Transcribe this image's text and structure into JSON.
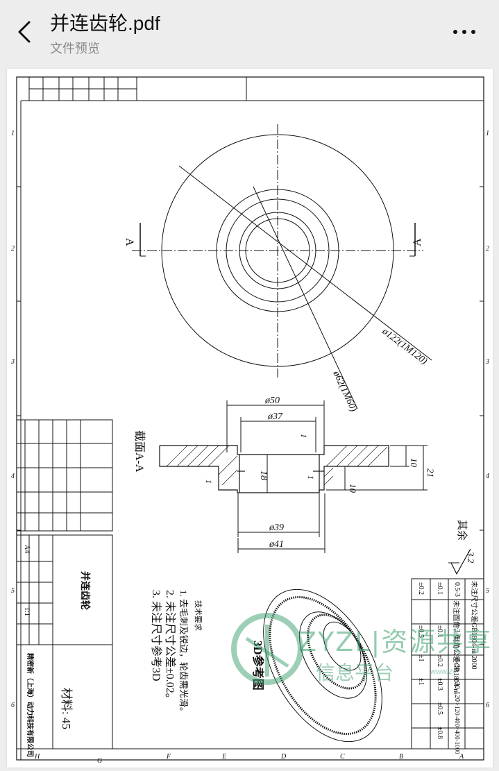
{
  "header": {
    "title": "并连齿轮.pdf",
    "subtitle": "文件预览"
  },
  "drawing": {
    "section_label": "截面A-A",
    "label_a": "A",
    "dim_phi122": "ø122(1M120)",
    "dim_phi62": "ø62(1M60)",
    "dim_phi50": "ø50",
    "dim_phi37": "ø37",
    "dim_phi39": "ø39",
    "dim_phi41": "ø41",
    "dim_18": "18",
    "dim_1": "1",
    "dim_10": "10",
    "dim_21": "21",
    "roughness_rest": "其余",
    "roughness_value": "3.2",
    "tech_req_title": "技术要求",
    "tech_req_1": "1. 去毛刺及锐边，轮齿需光滑。",
    "tech_req_2": "2. 未注尺寸公差±0.02。",
    "tech_req_3": "3. 未注尺寸参考3D",
    "ref_3d": "3D参考图",
    "title_block_name": "并连齿轮",
    "material": "材料: 45",
    "company": "精密新（上海）动力科技有限公司",
    "paper_size": "A4",
    "scale": "1:1",
    "tolerance_title": "未注尺寸公差GB1804-m 2000",
    "tol_ranges": [
      "0.5-3",
      ">3-6",
      ">6-30",
      ">30-120",
      ">120-400",
      ">400-1000"
    ],
    "tol_values": [
      "±0.1",
      "±0.1",
      "±0.2",
      "±0.3",
      "±0.5",
      "±0.8"
    ],
    "chamfer_title": "未注圆角、倒角公差GB1804-m",
    "chamfer_values": [
      "±0.2",
      "±0.5",
      "±1",
      "±1",
      "",
      ""
    ],
    "zone_numbers": [
      "1",
      "2",
      "3",
      "4",
      "5",
      "6"
    ],
    "zone_letters_bottom": [
      "H",
      "G",
      "F",
      "E",
      "D",
      "C",
      "B",
      "A"
    ]
  },
  "watermark": {
    "text": "ZYZL|资源共享",
    "sub": "信息平台",
    "url": "www.zy"
  }
}
